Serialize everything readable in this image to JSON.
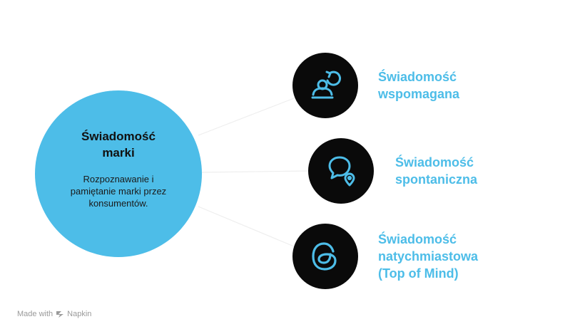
{
  "diagram": {
    "main": {
      "title_line1": "Świadomość",
      "title_line2": "marki",
      "description_line1": "Rozpoznawanie i",
      "description_line2": "pamiętanie marki przez",
      "description_line3": "konsumentów."
    },
    "nodes": [
      {
        "icon": "user-refresh-icon",
        "label_line1": "Świadomość",
        "label_line2": "wspomagana"
      },
      {
        "icon": "chat-location-icon",
        "label_line1": "Świadomość",
        "label_line2": "spontaniczna"
      },
      {
        "icon": "threads-icon",
        "label_line1": "Świadomość",
        "label_line2": "natychmiastowa",
        "label_line3": "(Top of Mind)"
      }
    ]
  },
  "footer": {
    "text": "Made with",
    "brand": "Napkin"
  },
  "colors": {
    "accent": "#4dbde8",
    "node_fill": "#0a0a0a",
    "connector": "#eeeeee"
  }
}
